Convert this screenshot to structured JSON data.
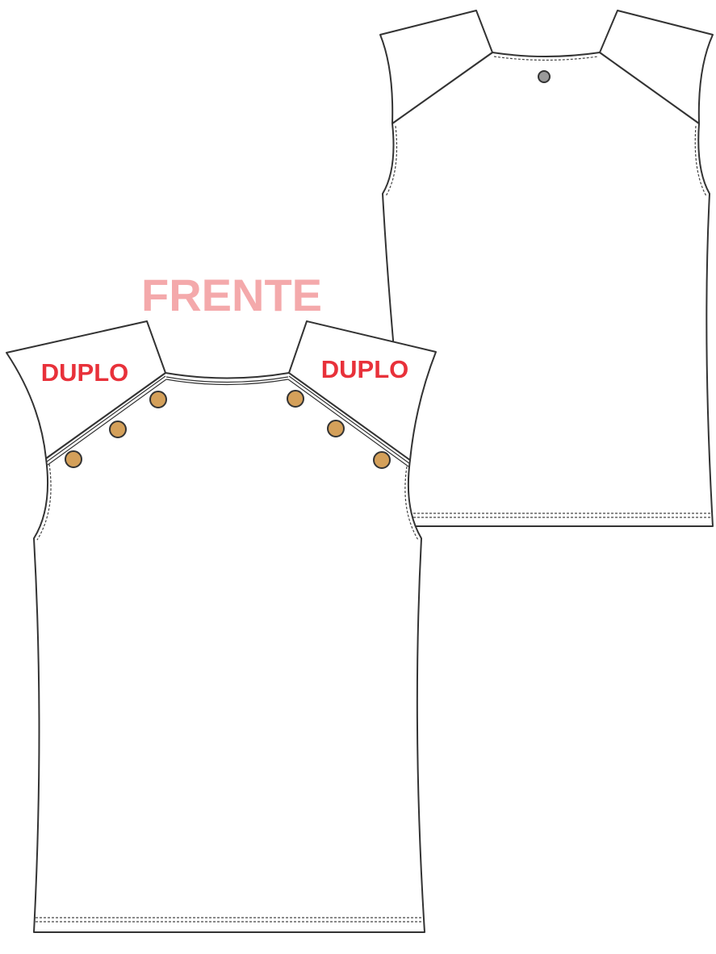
{
  "title": "FRENTE",
  "labels": {
    "left_panel": "DUPLO",
    "right_panel": "DUPLO"
  },
  "colors": {
    "title": "#f4a9ab",
    "label": "#e8313a",
    "button": "#d4a05a",
    "back_button": "#9a9a9a",
    "outline": "#333333"
  },
  "front": {
    "button_count": 6
  },
  "back": {
    "button_count": 1
  }
}
